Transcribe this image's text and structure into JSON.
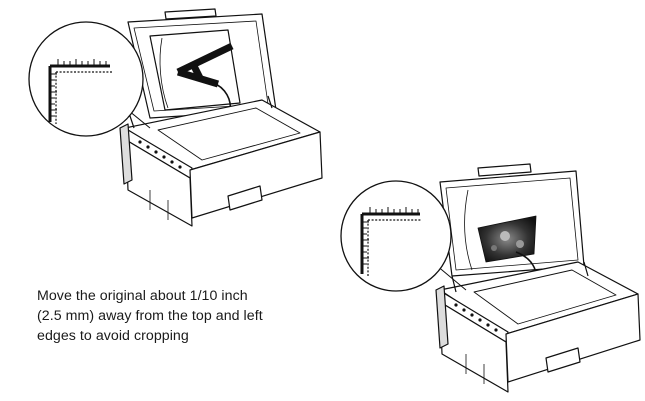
{
  "caption": {
    "lines": [
      "Move the original about 1/10 inch",
      "(2.5 mm) away from the top and left",
      "edges to avoid cropping"
    ]
  },
  "figures": [
    {
      "subject": "scanner-with-lid-open",
      "document_icon": "letter-a",
      "inset": "corner-ruler-magnifier"
    },
    {
      "subject": "scanner-with-lid-open",
      "document_icon": "photo",
      "inset": "corner-ruler-magnifier"
    }
  ]
}
